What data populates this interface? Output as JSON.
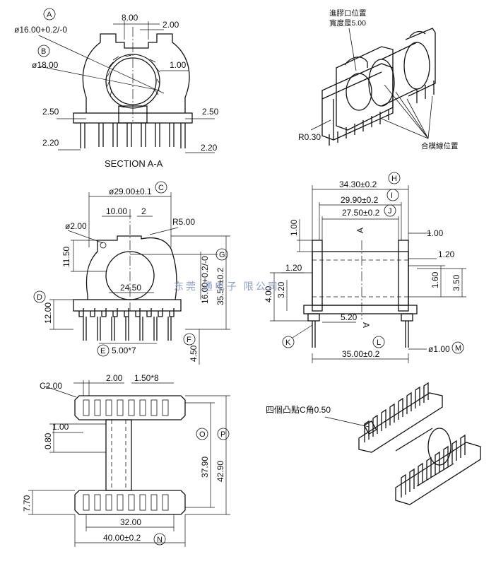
{
  "section_a": {
    "marker_a": "A",
    "marker_b": "B",
    "dim_8": "8.00",
    "dim_2": "2.00",
    "dia_16": "ø16.00+0.2/-0",
    "dia_18": "ø18.00",
    "dim_1": "1.00",
    "dim_250_left": "2.50",
    "dim_250_right": "2.50",
    "dim_220_left": "2.20",
    "dim_220_right": "2.20",
    "caption": "SECTION A-A"
  },
  "iso_top": {
    "note_line1": "進膠口位置",
    "note_line2": "寬度是5.00",
    "radius": "R0.30",
    "parting_line": "合模線位置"
  },
  "front_view": {
    "dia_29": "ø29.00±0.1",
    "marker_c": "C",
    "dim_10": "10.00",
    "dim_2": "2",
    "dia_2": "ø2.00",
    "r5": "R5.00",
    "dim_1150": "11.50",
    "marker_g": "G",
    "dim_2450": "24.50",
    "dia_16_g": "16.00+0.2/-0",
    "dim_3550": "35.50±0.2",
    "marker_d": "D",
    "dim_12": "12.00",
    "marker_e": "E",
    "pitch": "5.00*7",
    "marker_f": "F",
    "dim_450": "4.50"
  },
  "side_view": {
    "dim_3430": "34.30±0.2",
    "marker_h": "H",
    "dim_2990": "29.90±0.2",
    "marker_i": "I",
    "dim_2750": "27.50±0.2",
    "marker_j": "J",
    "dim_1_left": "1.00",
    "dim_1_right": "1.00",
    "section_a_top": "A",
    "section_a_bottom": "A",
    "dim_120_right": "1.20",
    "dim_120_left": "1.20",
    "dim_160": "1.60",
    "dim_350": "3.50",
    "dim_4": "4.00",
    "dim_320": "3.20",
    "dim_520": "5.20",
    "marker_k": "K",
    "marker_l": "L",
    "dim_35": "35.00±0.2",
    "dia_pin": "ø1.00",
    "marker_m": "M"
  },
  "bottom_view": {
    "chamfer": "C2.00",
    "dim_2": "2.00",
    "pitch": "1.50*8",
    "dim_1": "1.00",
    "dim_080": "0.80",
    "marker_o": "O",
    "marker_p": "P",
    "dim_3790": "37.90",
    "dim_4290": "42.90",
    "dim_770": "7.70",
    "dim_32": "32.00",
    "dim_40": "40.00±0.2",
    "marker_n": "N"
  },
  "iso_bottom": {
    "note": "四個凸點C角0.50"
  },
  "watermark": "东莞    通电子    限公司"
}
